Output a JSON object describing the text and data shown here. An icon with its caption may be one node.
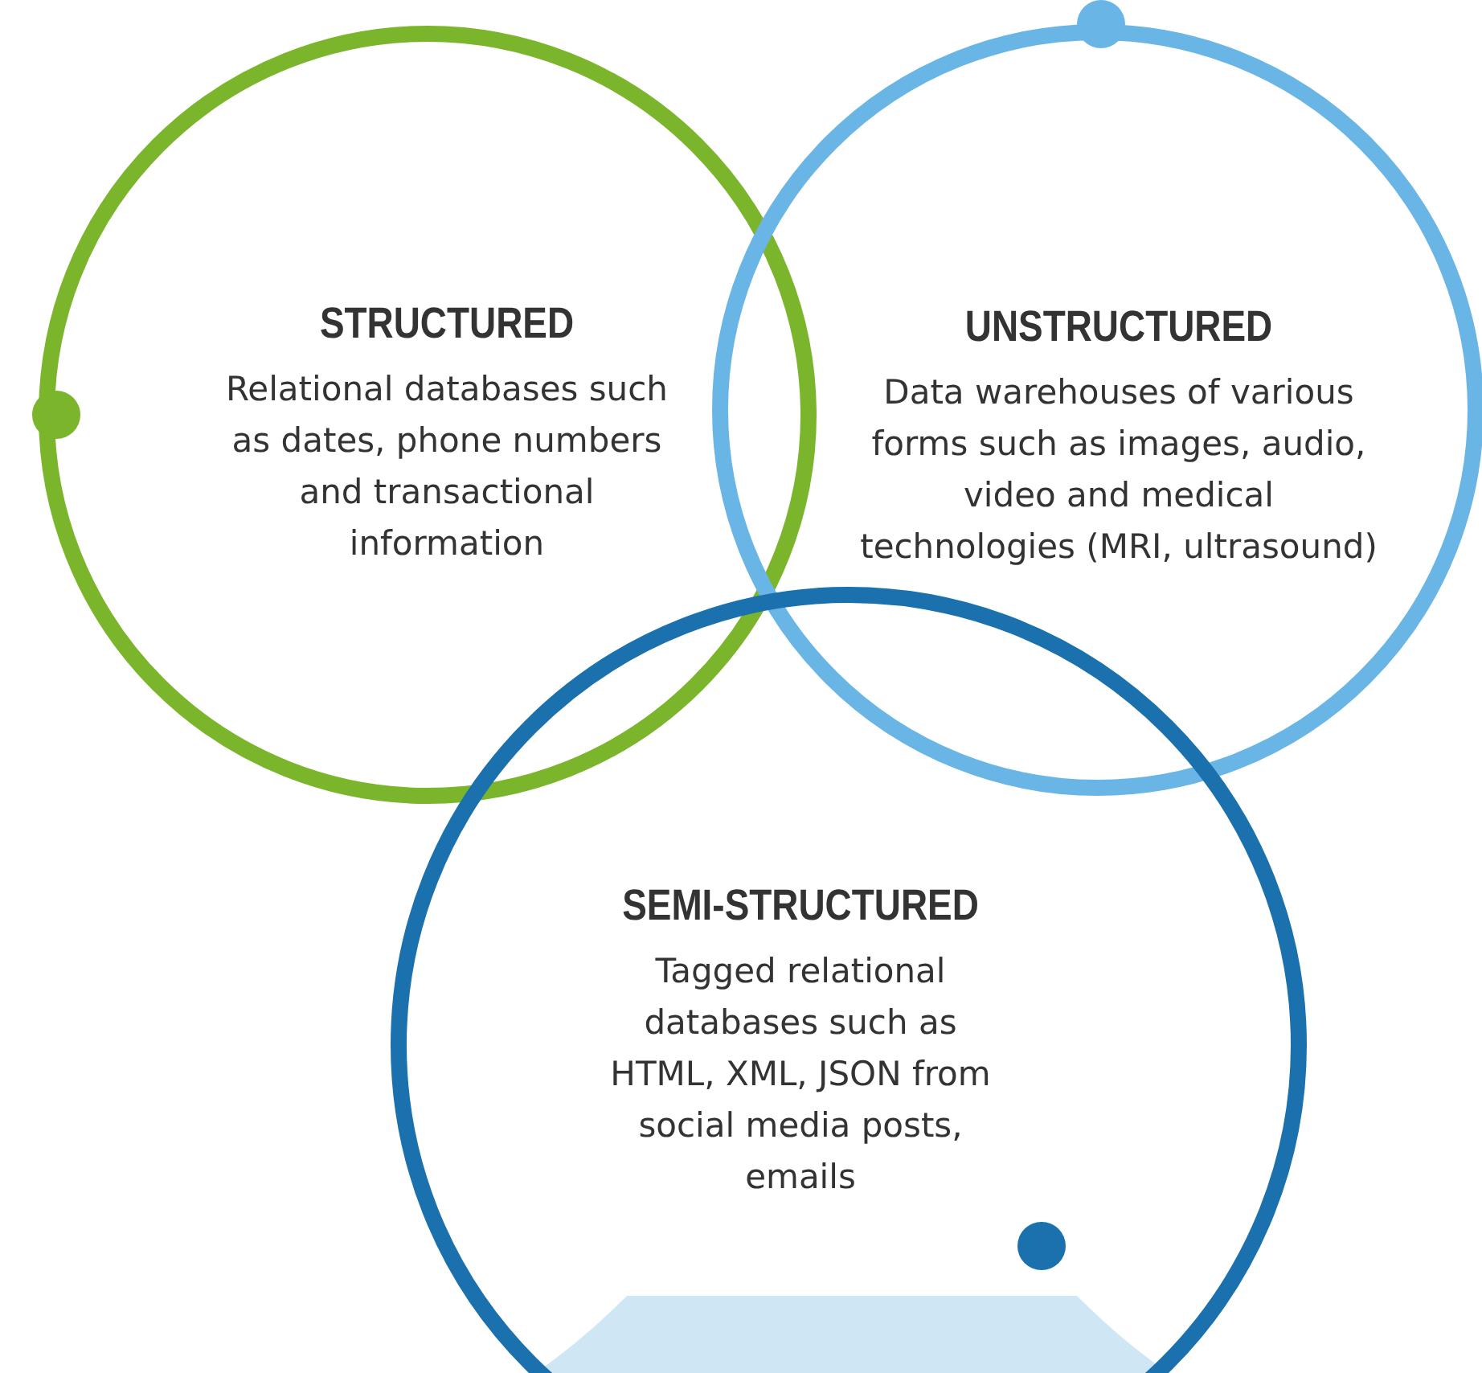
{
  "diagram": {
    "nodes": [
      {
        "text": [
          "STRUCTURED",
          "Relational databases such as dates, phone numbers and transactional information"
        ]
      },
      {
        "text": [
          "UNSTRUCTURED",
          "Data warehouses of various forms such as images, audio, video and medical technologies (MRI, ultrasound)"
        ]
      },
      {
        "text": [
          "SEMI-STRUCTURED",
          "Tagged relational databases such as HTML, XML, JSON from social media posts, emails"
        ]
      }
    ],
    "edges": []
  }
}
